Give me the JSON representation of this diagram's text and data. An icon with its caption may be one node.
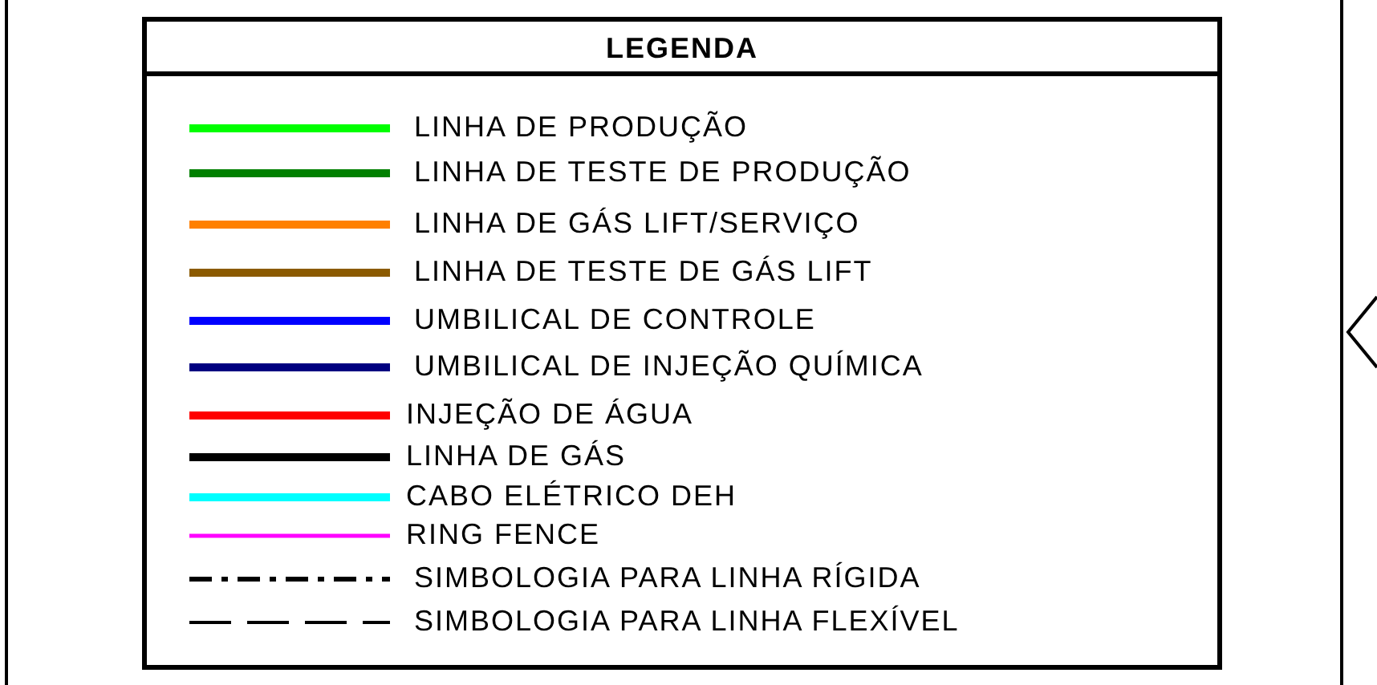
{
  "diagram": {
    "title": "LEGENDA",
    "legend": [
      {
        "text": "LINHA DE PRODUÇÃO",
        "color": "#00ff00"
      },
      {
        "text": "LINHA DE TESTE DE PRODUÇÃO",
        "color": "#008000"
      },
      {
        "text": "LINHA DE GÁS LIFT/SERVIÇO",
        "color": "#ff8000"
      },
      {
        "text": "LINHA DE TESTE DE GÁS LIFT",
        "color": "#8b5a00"
      },
      {
        "text": "UMBILICAL DE CONTROLE",
        "color": "#0000ff"
      },
      {
        "text": "UMBILICAL DE INJEÇÃO QUÍMICA",
        "color": "#000080"
      },
      {
        "text": "INJEÇÃO DE ÁGUA",
        "color": "#ff0000"
      },
      {
        "text": "LINHA DE GÁS",
        "color": "#000000"
      },
      {
        "text": "CABO ELÉTRICO DEH",
        "color": "#00ffff"
      },
      {
        "text": "RING FENCE",
        "color": "#ff00ff"
      },
      {
        "text": "SIMBOLOGIA PARA LINHA RÍGIDA"
      },
      {
        "text": "SIMBOLOGIA PARA LINHA FLEXÍVEL"
      }
    ]
  }
}
